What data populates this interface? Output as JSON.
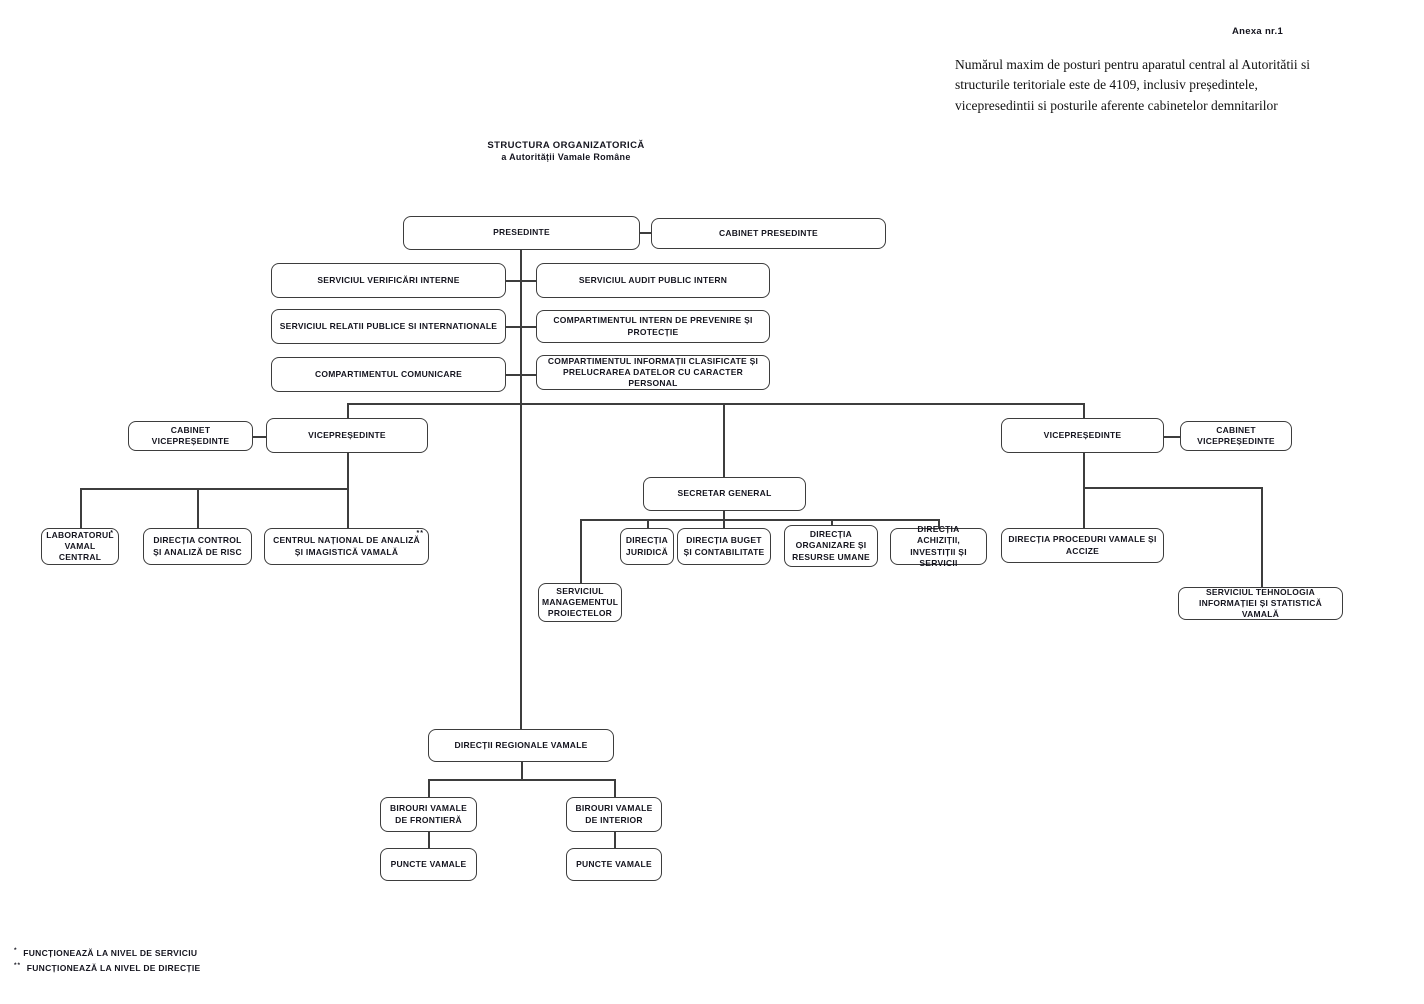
{
  "annex": {
    "label": "Anexa nr.1",
    "note": "Numărul maxim de posturi pentru aparatul central al Autoritătii si structurile teritoriale este de 4109, inclusiv președintele, vicepresedintii si posturile aferente cabinetelor demnitarilor"
  },
  "title": {
    "line1": "STRUCTURA ORGANIZATORICĂ",
    "line2": "a Autorității Vamale Române"
  },
  "nodes": {
    "presedinte": "PRESEDINTE",
    "cabinet_presedinte": "CABINET PRESEDINTE",
    "serviciul_verificari_interne": "SERVICIUL VERIFICĂRI INTERNE",
    "serviciul_audit_public_intern": "SERVICIUL AUDIT PUBLIC INTERN",
    "serviciul_relatii_publice": "SERVICIUL RELATII PUBLICE SI INTERNATIONALE",
    "compartimentul_prevenire": "COMPARTIMENTUL INTERN DE PREVENIRE ȘI PROTECȚIE",
    "compartimentul_comunicare": "COMPARTIMENTUL COMUNICARE",
    "compartimentul_informatii": "COMPARTIMENTUL INFORMAȚII CLASIFICATE ȘI PRELUCRAREA DATELOR CU CARACTER PERSONAL",
    "cabinet_vicepresedinte_stanga": "CABINET VICEPREȘEDINTE",
    "vicepresedinte_stanga": "VICEPREȘEDINTE",
    "vicepresedinte_dreapta": "VICEPREȘEDINTE",
    "cabinet_vicepresedinte_dreapta": "CABINET VICEPREȘEDINTE",
    "secretar_general": "SECRETAR GENERAL",
    "laboratorul_vamal_central": "LABORATORUL VAMAL CENTRAL",
    "laboratorul_marker": "*",
    "directia_control_risc": "DIRECȚIA CONTROL ȘI ANALIZĂ DE RISC",
    "centrul_national_analiza": "CENTRUL NAȚIONAL DE ANALIZĂ ȘI IMAGISTICĂ VAMALĂ",
    "centrul_marker": "**",
    "directia_juridica": "DIRECȚIA JURIDICĂ",
    "directia_buget": "DIRECȚIA BUGET ȘI CONTABILITATE",
    "directia_organizare": "DIRECȚIA ORGANIZARE ȘI RESURSE UMANE",
    "directia_achizitii": "DIRECȚIA ACHIZIȚII, INVESTIȚII ȘI SERVICII",
    "directia_proceduri": "DIRECȚIA PROCEDURI VAMALE ȘI ACCIZE",
    "serviciul_management_proiecte": "SERVICIUL MANAGEMENTUL PROIECTELOR",
    "serviciul_tehnologia": "SERVICIUL TEHNOLOGIA INFORMAȚIEI ȘI STATISTICĂ VAMALĂ",
    "directii_regionale": "DIRECȚII REGIONALE VAMALE",
    "birouri_frontiera": "BIROURI VAMALE DE FRONTIERĂ",
    "birouri_interior": "BIROURI VAMALE DE INTERIOR",
    "puncte_vamale_frontiera": "PUNCTE VAMALE",
    "puncte_vamale_interior": "PUNCTE VAMALE"
  },
  "footnotes": {
    "f1_marker": "*",
    "f1_text": "FUNCȚIONEAZĂ LA NIVEL DE SERVICIU",
    "f2_marker": "**",
    "f2_text": "FUNCȚIONEAZĂ LA NIVEL DE DIRECȚIE"
  },
  "colors": {
    "border": "#3d3d3d",
    "text": "#14141e",
    "background": "#ffffff"
  }
}
